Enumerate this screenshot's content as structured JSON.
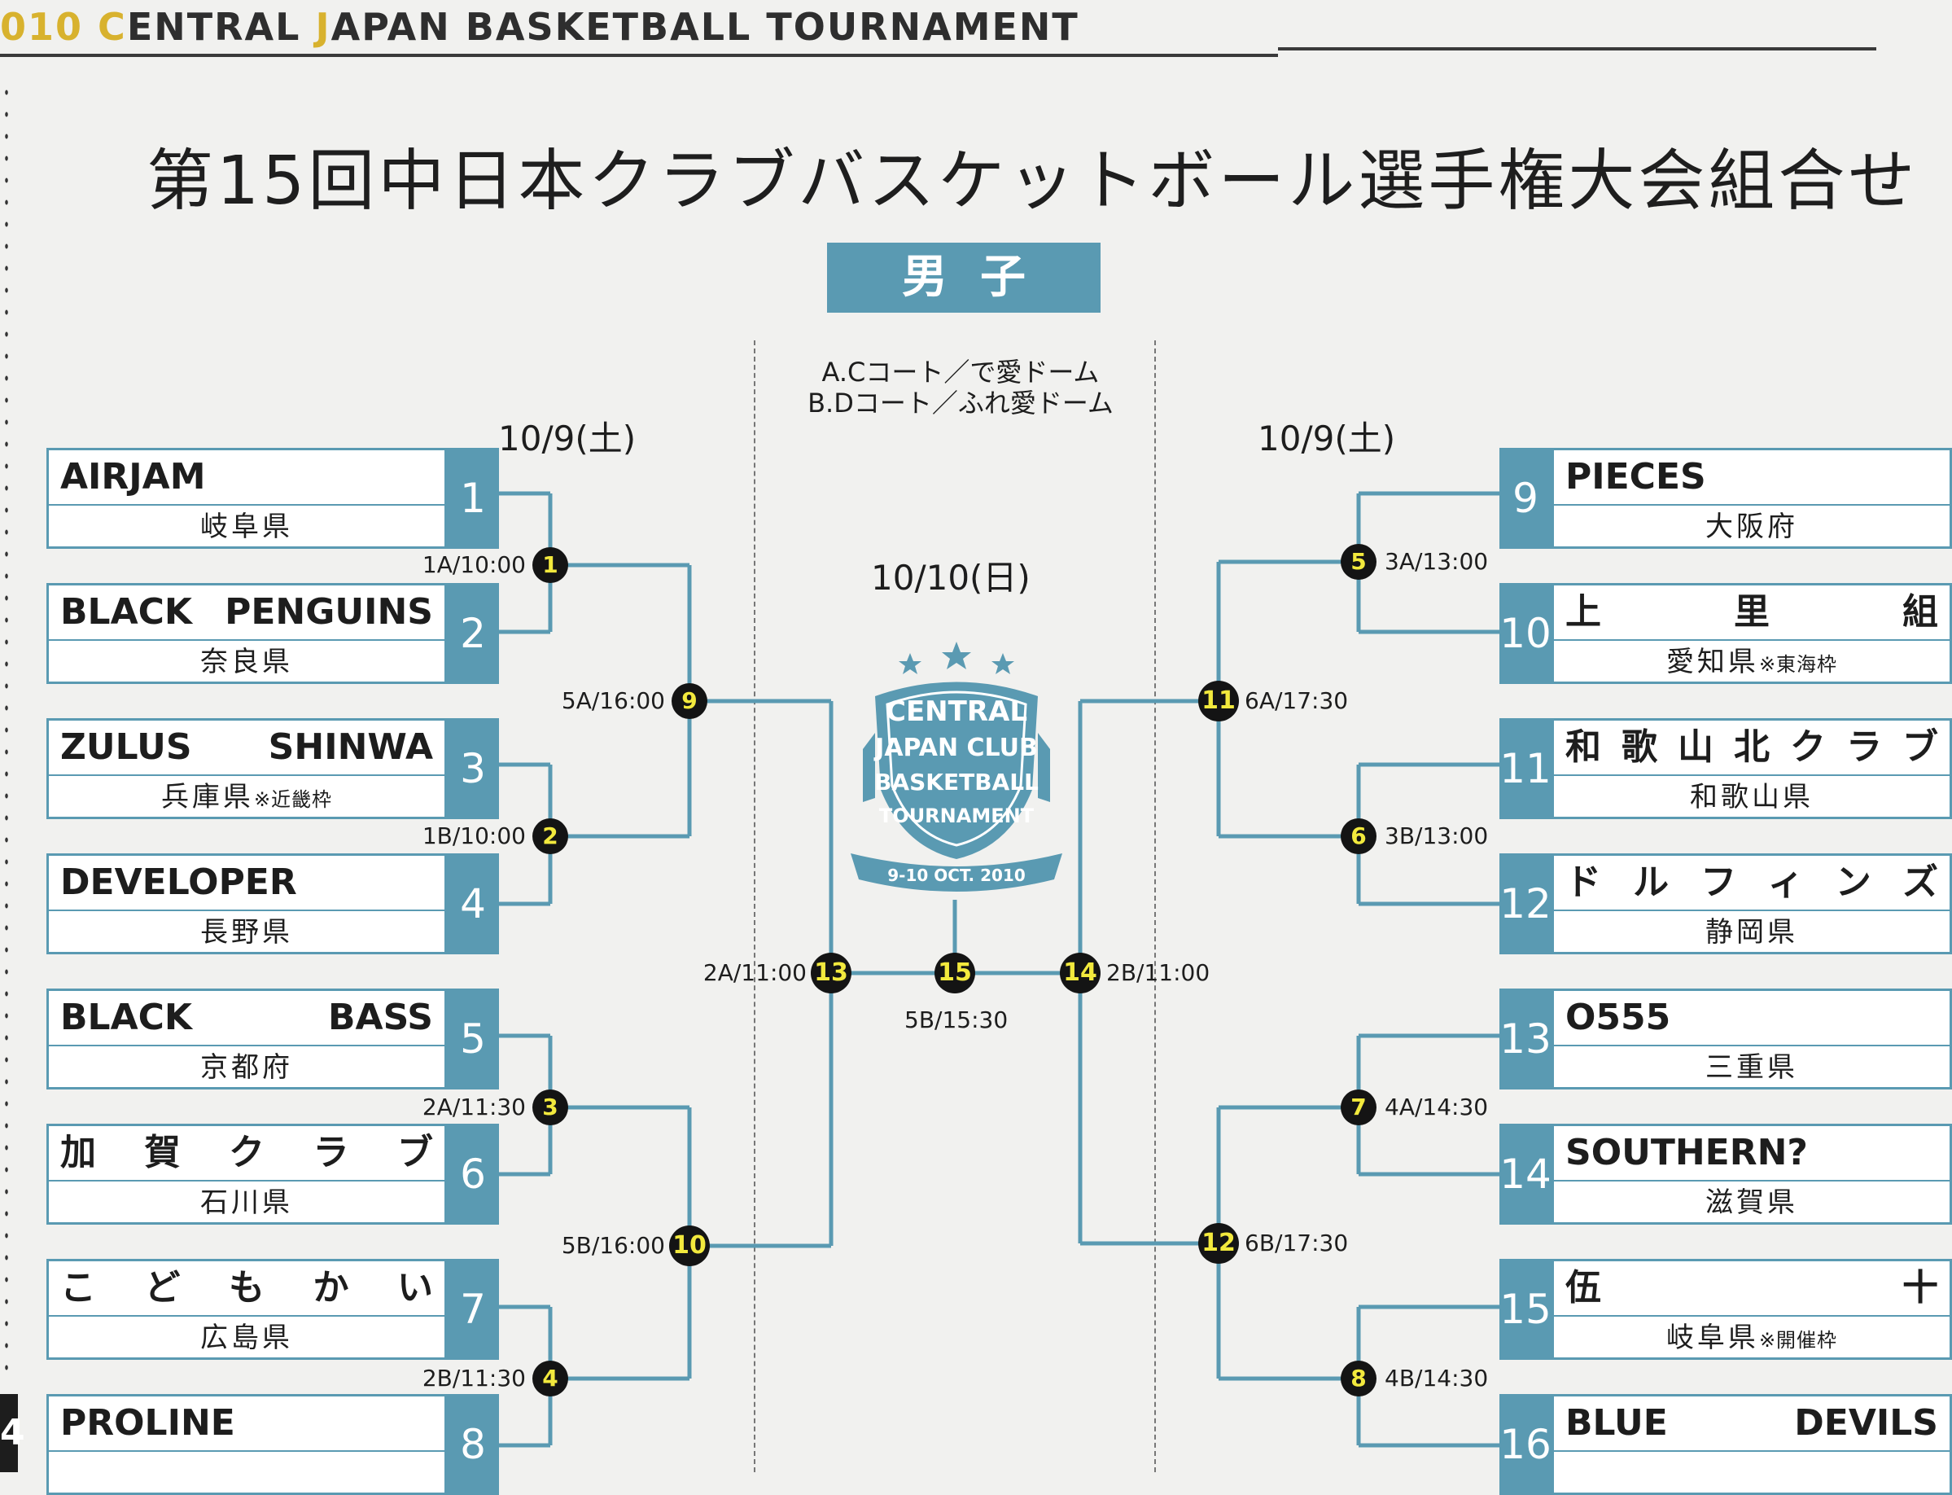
{
  "header": {
    "pre": "",
    "year_hl": "010",
    "c": "C",
    "mid": "ENTRAL ",
    "j": "J",
    "post": "APAN BASKETBALL TOURNAMENT"
  },
  "page_number": "4",
  "title": "第15回中日本クラブバスケットボール選手権大会組合せ",
  "division": "男子",
  "courts": {
    "line1": "A.Cコート／で愛ドーム",
    "line2": "B.Dコート／ふれ愛ドーム"
  },
  "dates": {
    "left": "10/9(土)",
    "center": "10/10(日)",
    "right": "10/9(土)"
  },
  "logo": {
    "line1": "CENTRAL",
    "line2": "JAPAN CLUB",
    "line3": "BASKETBALL",
    "line4": "TOURNAMENT",
    "ribbon": "9-10 OCT. 2010"
  },
  "teams": [
    {
      "seed": "1",
      "name": "AIRJAM",
      "pref": "岐阜県",
      "note": ""
    },
    {
      "seed": "2",
      "name": "BLACK PENGUINS",
      "pref": "奈良県",
      "note": ""
    },
    {
      "seed": "3",
      "name": "ZULUS SHINWA",
      "pref": "兵庫県",
      "note": "※近畿枠"
    },
    {
      "seed": "4",
      "name": "DEVELOPER",
      "pref": "長野県",
      "note": ""
    },
    {
      "seed": "5",
      "name": "BLACK BASS",
      "pref": "京都府",
      "note": ""
    },
    {
      "seed": "6",
      "name": "加賀クラブ",
      "pref": "石川県",
      "note": ""
    },
    {
      "seed": "7",
      "name": "こどもかい",
      "pref": "広島県",
      "note": ""
    },
    {
      "seed": "8",
      "name": "PROLINE",
      "pref": "",
      "note": ""
    },
    {
      "seed": "9",
      "name": "PIECES",
      "pref": "大阪府",
      "note": ""
    },
    {
      "seed": "10",
      "name": "上里組",
      "pref": "愛知県",
      "note": "※東海枠"
    },
    {
      "seed": "11",
      "name": "和歌山北クラブ",
      "pref": "和歌山県",
      "note": ""
    },
    {
      "seed": "12",
      "name": "ドルフィンズ",
      "pref": "静岡県",
      "note": ""
    },
    {
      "seed": "13",
      "name": "O555",
      "pref": "三重県",
      "note": ""
    },
    {
      "seed": "14",
      "name": "SOUTHERN?",
      "pref": "滋賀県",
      "note": ""
    },
    {
      "seed": "15",
      "name": "伍十",
      "pref": "岐阜県",
      "note": "※開催枠"
    },
    {
      "seed": "16",
      "name": "BLUE DEVILS",
      "pref": "",
      "note": ""
    }
  ],
  "matches": [
    {
      "no": "1",
      "time": "1A/10:00"
    },
    {
      "no": "2",
      "time": "1B/10:00"
    },
    {
      "no": "3",
      "time": "2A/11:30"
    },
    {
      "no": "4",
      "time": "2B/11:30"
    },
    {
      "no": "5",
      "time": "3A/13:00"
    },
    {
      "no": "6",
      "time": "3B/13:00"
    },
    {
      "no": "7",
      "time": "4A/14:30"
    },
    {
      "no": "8",
      "time": "4B/14:30"
    },
    {
      "no": "9",
      "time": "5A/16:00"
    },
    {
      "no": "10",
      "time": "5B/16:00"
    },
    {
      "no": "11",
      "time": "6A/17:30"
    },
    {
      "no": "12",
      "time": "6B/17:30"
    },
    {
      "no": "13",
      "time": "2A/11:00"
    },
    {
      "no": "14",
      "time": "2B/11:00"
    },
    {
      "no": "15",
      "time": "5B/15:30"
    }
  ],
  "colors": {
    "accent": "#5a9ab2",
    "node_fill": "#141414",
    "node_text": "#f2e93d",
    "header_highlight": "#d8b22e"
  }
}
